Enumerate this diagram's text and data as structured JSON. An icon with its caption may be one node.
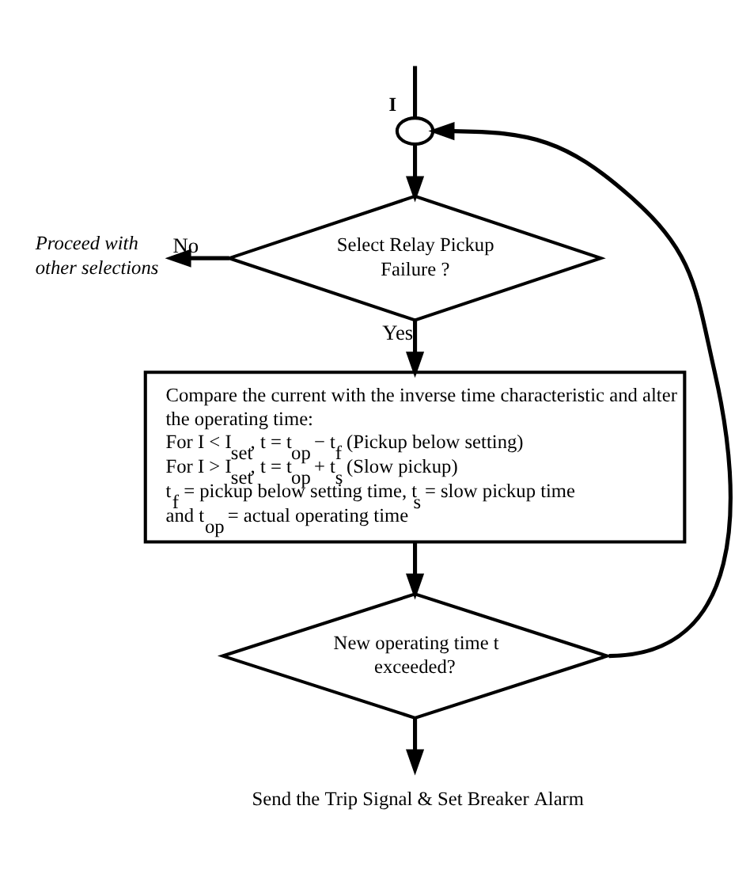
{
  "diagram": {
    "nodes": [
      {
        "text": [],
        "shape": "circle",
        "beside": [
          "I"
        ]
      },
      {
        "text": [
          "Select Relay Pickup Failure ?"
        ]
      },
      {
        "text": [
          "Proceed with other selections"
        ]
      },
      {
        "text": [
          "Compare the current with the inverse time characteristic and alter the operating time:",
          "For I < I$_{set}$, t = t$_{op}$ − t$_{f}$ (Pickup below setting)",
          "For I > I$_{set}$, t = t$_{op}$ + t$_{s}$ (Slow pickup)",
          "t$_{f}$ = pickup below setting time, t$_{s}$ = slow pickup time and t$_{op}$ = actual operating time"
        ]
      },
      {
        "text": [
          "New operating time t exceeded?"
        ]
      },
      {
        "text": [
          "Send the Trip Signal & Set Breaker Alarm"
        ]
      }
    ],
    "edges": [
      {
        "from": null,
        "to": 0,
        "arrow": "none"
      },
      {
        "from": 0,
        "to": 1,
        "arrow": "to"
      },
      {
        "from": 1,
        "to": 2,
        "arrow": "to",
        "label": "No"
      },
      {
        "from": 1,
        "to": 3,
        "arrow": "to",
        "label": "Yes"
      },
      {
        "from": 3,
        "to": 4,
        "arrow": "to"
      },
      {
        "from": 4,
        "to": 0,
        "arrow": "to"
      },
      {
        "from": 4,
        "to": 5,
        "arrow": "to"
      }
    ]
  }
}
